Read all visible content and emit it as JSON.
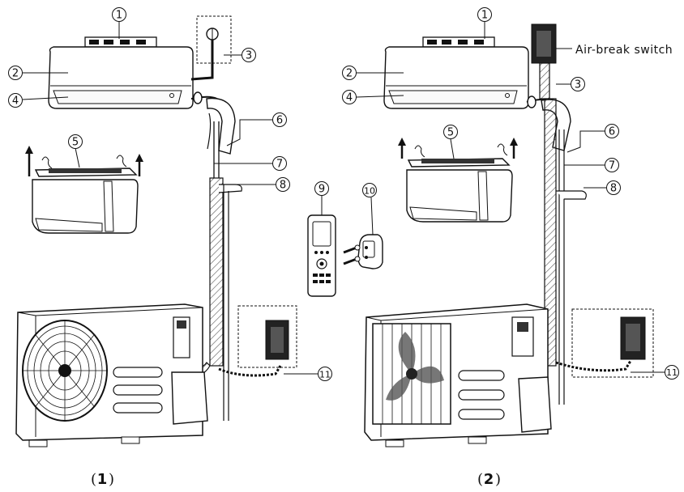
{
  "callouts": {
    "left": [
      "1",
      "2",
      "3",
      "4",
      "5",
      "6",
      "7",
      "8",
      "11"
    ],
    "middle": [
      "9",
      "10"
    ],
    "right": [
      "1",
      "2",
      "3",
      "4",
      "5",
      "6",
      "7",
      "8",
      "11"
    ]
  },
  "labels": {
    "air_break_switch": "Air-break switch"
  },
  "captions": {
    "left": "1",
    "right": "2"
  },
  "icons": {
    "indoor_unit": "indoor-unit-icon",
    "outdoor_unit": "outdoor-unit-icon",
    "remote": "remote-control-icon",
    "holder": "remote-holder-icon",
    "switch": "air-break-switch-icon"
  }
}
